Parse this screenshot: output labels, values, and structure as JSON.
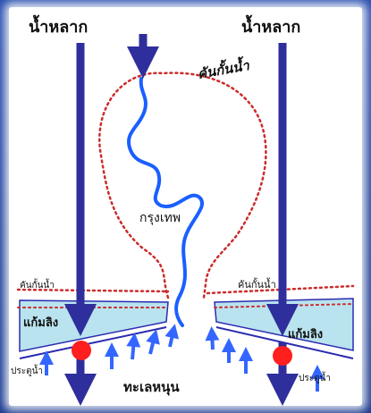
{
  "diagram": {
    "labels": {
      "flood_left": "น้ำหลาก",
      "flood_right": "น้ำหลาก",
      "dike_top": "คันกั้นน้ำ",
      "city": "กรุงเทพ",
      "dike_left": "คันกั้นน้ำ",
      "dike_right": "คันกั้นน้ำ",
      "monkey_cheek_left": "แก้มลิง",
      "monkey_cheek_right": "แก้มลิง",
      "gate_left": "ประตูน้ำ",
      "gate_right": "ประตูน้ำ",
      "sea": "ทะเลหนุน"
    },
    "colors": {
      "arrow": "#2e2e9c",
      "small_arrow": "#3366ff",
      "river": "#1a5fff",
      "dike": "#cc2b2b",
      "cheek_fill": "#b9e3ef",
      "gate": "#ff1f1f",
      "frame": "#1f3f93"
    }
  }
}
